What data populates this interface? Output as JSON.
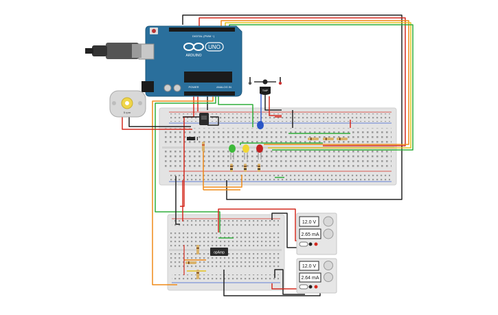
{
  "arduino": {
    "brand": "ARDUINO",
    "model": "UNO",
    "digital_label": "DIGITAL (PWM ~)",
    "power_label": "POWER",
    "analog_label": "ANALOG IN"
  },
  "motor": {
    "label": "5 rpm"
  },
  "opamp": {
    "label": "opAmp"
  },
  "sensor": {
    "label": "TMP"
  },
  "supply_top": {
    "voltage": "12.0 V",
    "current": "2.65 mA"
  },
  "supply_bottom": {
    "voltage": "12.0 V",
    "current": "2.64 mA"
  },
  "colors": {
    "board_blue": "#2a6f9c",
    "breadboard": "#e2e2e2",
    "wire_red": "#d42a1f",
    "wire_black": "#222222",
    "wire_green": "#2fae3a",
    "wire_orange": "#ef8a17",
    "wire_yellow": "#e4c21d"
  },
  "icons": [
    "usb-cable-icon",
    "thermometer-cold-icon",
    "thermometer-hot-icon",
    "dc-motor-icon",
    "led-icon",
    "resistor-icon",
    "transistor-icon"
  ]
}
